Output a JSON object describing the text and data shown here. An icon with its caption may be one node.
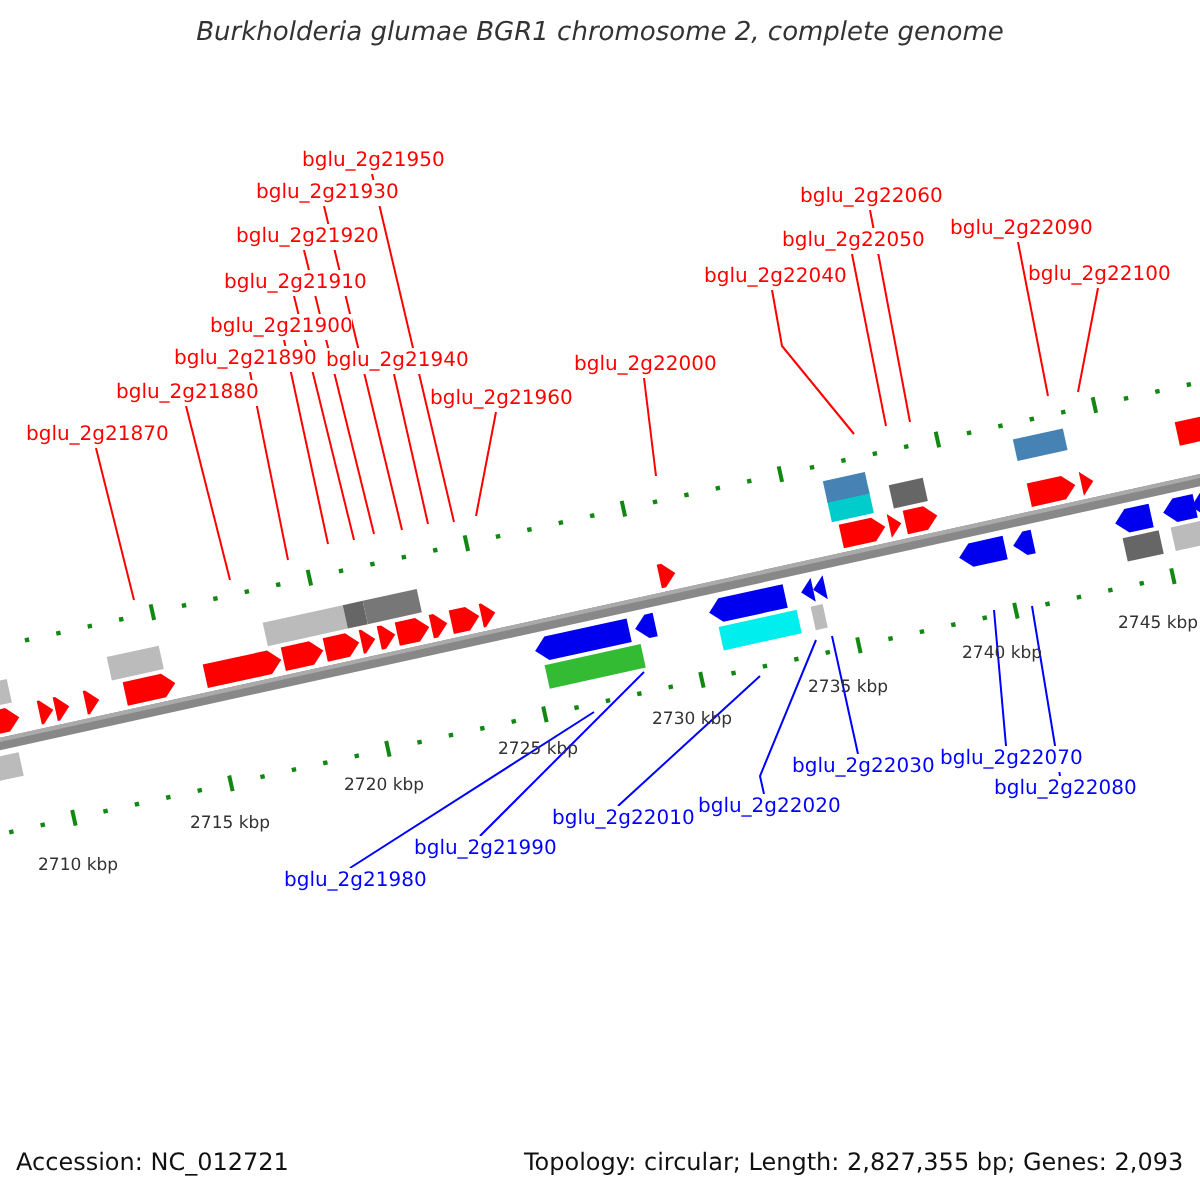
{
  "diagram": {
    "title": "Burkholderia glumae BGR1 chromosome 2, complete genome",
    "nodes": [
      {
        "text": [
          "bglu_2g21870"
        ]
      },
      {
        "text": [
          "bglu_2g21880"
        ]
      },
      {
        "text": [
          "bglu_2g21890"
        ]
      },
      {
        "text": [
          "bglu_2g21900"
        ]
      },
      {
        "text": [
          "bglu_2g21910"
        ]
      },
      {
        "text": [
          "bglu_2g21920"
        ]
      },
      {
        "text": [
          "bglu_2g21930"
        ]
      },
      {
        "text": [
          "bglu_2g21940"
        ]
      },
      {
        "text": [
          "bglu_2g21950"
        ]
      },
      {
        "text": [
          "bglu_2g21960"
        ]
      },
      {
        "text": [
          "bglu_2g22000"
        ]
      },
      {
        "text": [
          "bglu_2g22040"
        ]
      },
      {
        "text": [
          "bglu_2g22050"
        ]
      },
      {
        "text": [
          "bglu_2g22060"
        ]
      },
      {
        "text": [
          "bglu_2g22090"
        ]
      },
      {
        "text": [
          "bglu_2g22100"
        ]
      },
      {
        "text": [
          "bglu_2g21980"
        ]
      },
      {
        "text": [
          "bglu_2g21990"
        ]
      },
      {
        "text": [
          "bglu_2g22010"
        ]
      },
      {
        "text": [
          "bglu_2g22020"
        ]
      },
      {
        "text": [
          "bglu_2g22030"
        ]
      },
      {
        "text": [
          "bglu_2g22070"
        ]
      },
      {
        "text": [
          "bglu_2g22080"
        ]
      }
    ],
    "edges": [
      {
        "from": 0,
        "to": null,
        "arrow": "none"
      },
      {
        "from": 1,
        "to": null,
        "arrow": "none"
      },
      {
        "from": 2,
        "to": null,
        "arrow": "none"
      },
      {
        "from": 3,
        "to": null,
        "arrow": "none"
      },
      {
        "from": 4,
        "to": null,
        "arrow": "none"
      },
      {
        "from": 5,
        "to": null,
        "arrow": "none"
      },
      {
        "from": 6,
        "to": null,
        "arrow": "none"
      },
      {
        "from": 7,
        "to": null,
        "arrow": "none"
      },
      {
        "from": 8,
        "to": null,
        "arrow": "none"
      },
      {
        "from": 9,
        "to": null,
        "arrow": "none"
      },
      {
        "from": 10,
        "to": null,
        "arrow": "none"
      },
      {
        "from": 11,
        "to": null,
        "arrow": "none"
      },
      {
        "from": 12,
        "to": null,
        "arrow": "none"
      },
      {
        "from": 13,
        "to": null,
        "arrow": "none"
      },
      {
        "from": 14,
        "to": null,
        "arrow": "none"
      },
      {
        "from": 15,
        "to": null,
        "arrow": "none"
      },
      {
        "from": 16,
        "to": null,
        "arrow": "none",
        "color": "#0000ff"
      },
      {
        "from": 17,
        "to": null,
        "arrow": "none",
        "color": "#0000ff"
      },
      {
        "from": 18,
        "to": null,
        "arrow": "none",
        "color": "#0000ff"
      },
      {
        "from": 19,
        "to": null,
        "arrow": "none",
        "color": "#0000ff"
      },
      {
        "from": 20,
        "to": null,
        "arrow": "none",
        "color": "#0000ff"
      },
      {
        "from": 21,
        "to": null,
        "arrow": "none",
        "color": "#0000ff"
      },
      {
        "from": 22,
        "to": null,
        "arrow": "none",
        "color": "#0000ff"
      }
    ],
    "labels": [
      "2745 kbp",
      "2740 kbp",
      "2735 kbp",
      "2730 kbp",
      "2725 kbp",
      "2720 kbp",
      "2715 kbp",
      "2710 kbp",
      "Accession: NC_012721",
      "Topology: circular; Length: 2,827,355 bp; Genes: 2,093"
    ]
  }
}
